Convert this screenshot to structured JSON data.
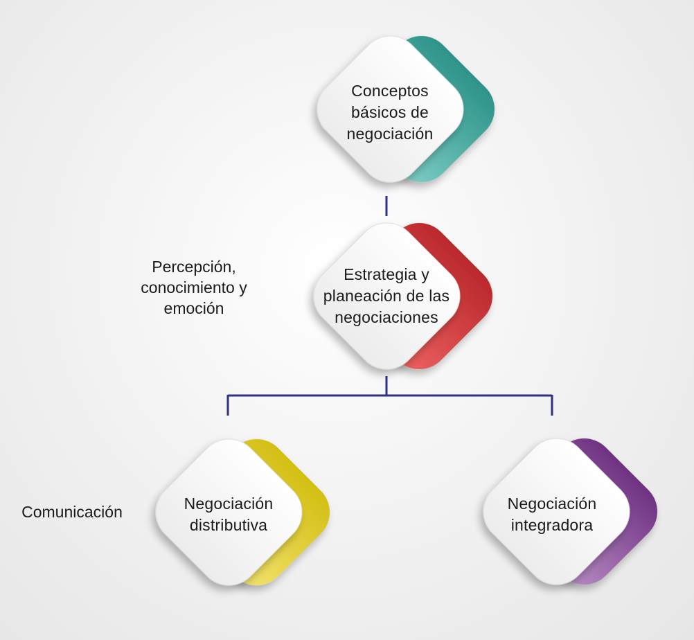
{
  "nodes": [
    {
      "lines": [
        "Conceptos",
        "básicos de",
        "negociación"
      ],
      "accent": "#3fa9a1"
    },
    {
      "lines": [
        "Estrategia y",
        "planeación de las",
        "negociaciones"
      ],
      "accent": "#d63438"
    },
    {
      "lines": [
        "Negociación",
        "distributiva"
      ],
      "accent": "#e3cf2a"
    },
    {
      "lines": [
        "Negociación",
        "integradora"
      ],
      "accent": "#8a4a9a"
    }
  ],
  "side_labels": {
    "perception": [
      "Percepción,",
      "conocimiento y",
      "emoción"
    ],
    "communication": [
      "Comunicación"
    ]
  },
  "colors": {
    "connector": "#2e3083",
    "teal": "#3fa9a1",
    "red": "#d63438",
    "yellow": "#e3cf2a",
    "purple": "#8a4a9a"
  }
}
